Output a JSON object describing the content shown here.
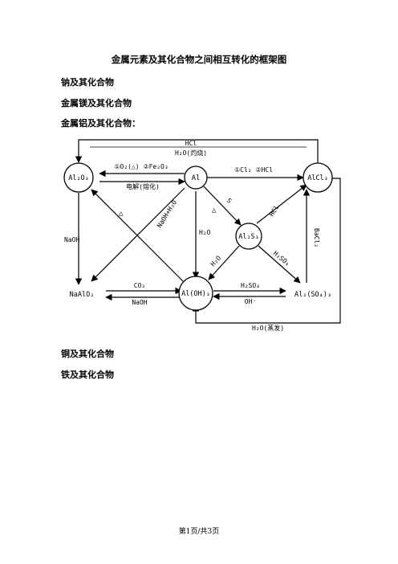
{
  "document": {
    "title": "金属元素及其化合物之间相互转化的框架图",
    "sections": {
      "sodium": "钠及其化合物",
      "magnesium": "金属镁及其化合物",
      "aluminum": "金属铝及其化合物：",
      "copper": "铜及其化合物",
      "iron": "铁及其化合物"
    },
    "footer": "第1页/共3页"
  },
  "diagram": {
    "nodes": {
      "al2o3": "Al₂O₃",
      "al": "Al",
      "alcl3": "AlCl₃",
      "al2s3": "Al₂S₃",
      "naalo2": "NaAlO₂",
      "aloh3": "Al(OH)₃",
      "al2so43": "Al₂(SO₄)₃"
    },
    "labels": {
      "hcl_top": "HCl",
      "h2o_ignite": "H₂O(灼烧)",
      "al_to_al2o3": "①O₂(△)  ②Fe₂O₃",
      "electrolysis": "电解(熔化)",
      "al_to_alcl3": "①Cl₂  ②HCl",
      "naoh_left": "NaOH",
      "delta_diag": "△",
      "naoh_h2o": "NaOH+H₂O",
      "s_label": "S",
      "delta_s": "△",
      "hcl_diag": "HCl",
      "h2o_al_down": "H₂O",
      "bacl2": "BaCl₂",
      "h2o_al2s3": "H₂O",
      "h2so4_diag": "H₂SO₄",
      "co2": "CO₂",
      "naoh_bottom": "NaOH",
      "h2so4_right": "H₂SO₄",
      "oh_minus": "OH⁻",
      "h2o_evap": "H₂O(蒸发)"
    }
  }
}
